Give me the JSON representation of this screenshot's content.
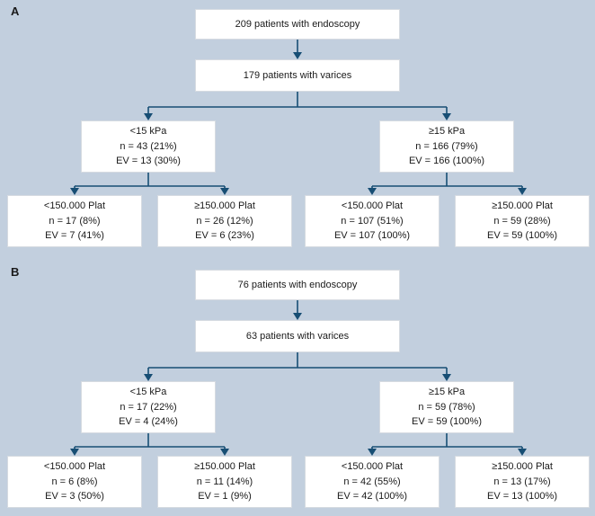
{
  "colors": {
    "background": "#c2cfde",
    "line": "#174e74",
    "box_bg": "#ffffff",
    "text": "#1a1a1a"
  },
  "panels": [
    {
      "label": "A",
      "root": "209 patients with endoscopy",
      "varices": "179 patients with varices",
      "branch_low": [
        "<15 kPa",
        "n = 43 (21%)",
        "EV = 13 (30%)"
      ],
      "branch_high": [
        "≥15 kPa",
        "n = 166 (79%)",
        "EV = 166 (100%)"
      ],
      "leaves": [
        [
          "<150.000 Plat",
          "n = 17 (8%)",
          "EV = 7 (41%)"
        ],
        [
          "≥150.000 Plat",
          "n = 26 (12%)",
          "EV = 6 (23%)"
        ],
        [
          "<150.000 Plat",
          "n = 107 (51%)",
          "EV = 107 (100%)"
        ],
        [
          "≥150.000 Plat",
          "n = 59 (28%)",
          "EV = 59 (100%)"
        ]
      ]
    },
    {
      "label": "B",
      "root": "76 patients with endoscopy",
      "varices": "63 patients with varices",
      "branch_low": [
        "<15 kPa",
        "n = 17 (22%)",
        "EV = 4 (24%)"
      ],
      "branch_high": [
        "≥15 kPa",
        "n = 59 (78%)",
        "EV = 59 (100%)"
      ],
      "leaves": [
        [
          "<150.000 Plat",
          "n = 6 (8%)",
          "EV = 3 (50%)"
        ],
        [
          "≥150.000 Plat",
          "n = 11 (14%)",
          "EV = 1 (9%)"
        ],
        [
          "<150.000 Plat",
          "n = 42 (55%)",
          "EV = 42 (100%)"
        ],
        [
          "≥150.000 Plat",
          "n = 13 (17%)",
          "EV = 13 (100%)"
        ]
      ]
    }
  ]
}
